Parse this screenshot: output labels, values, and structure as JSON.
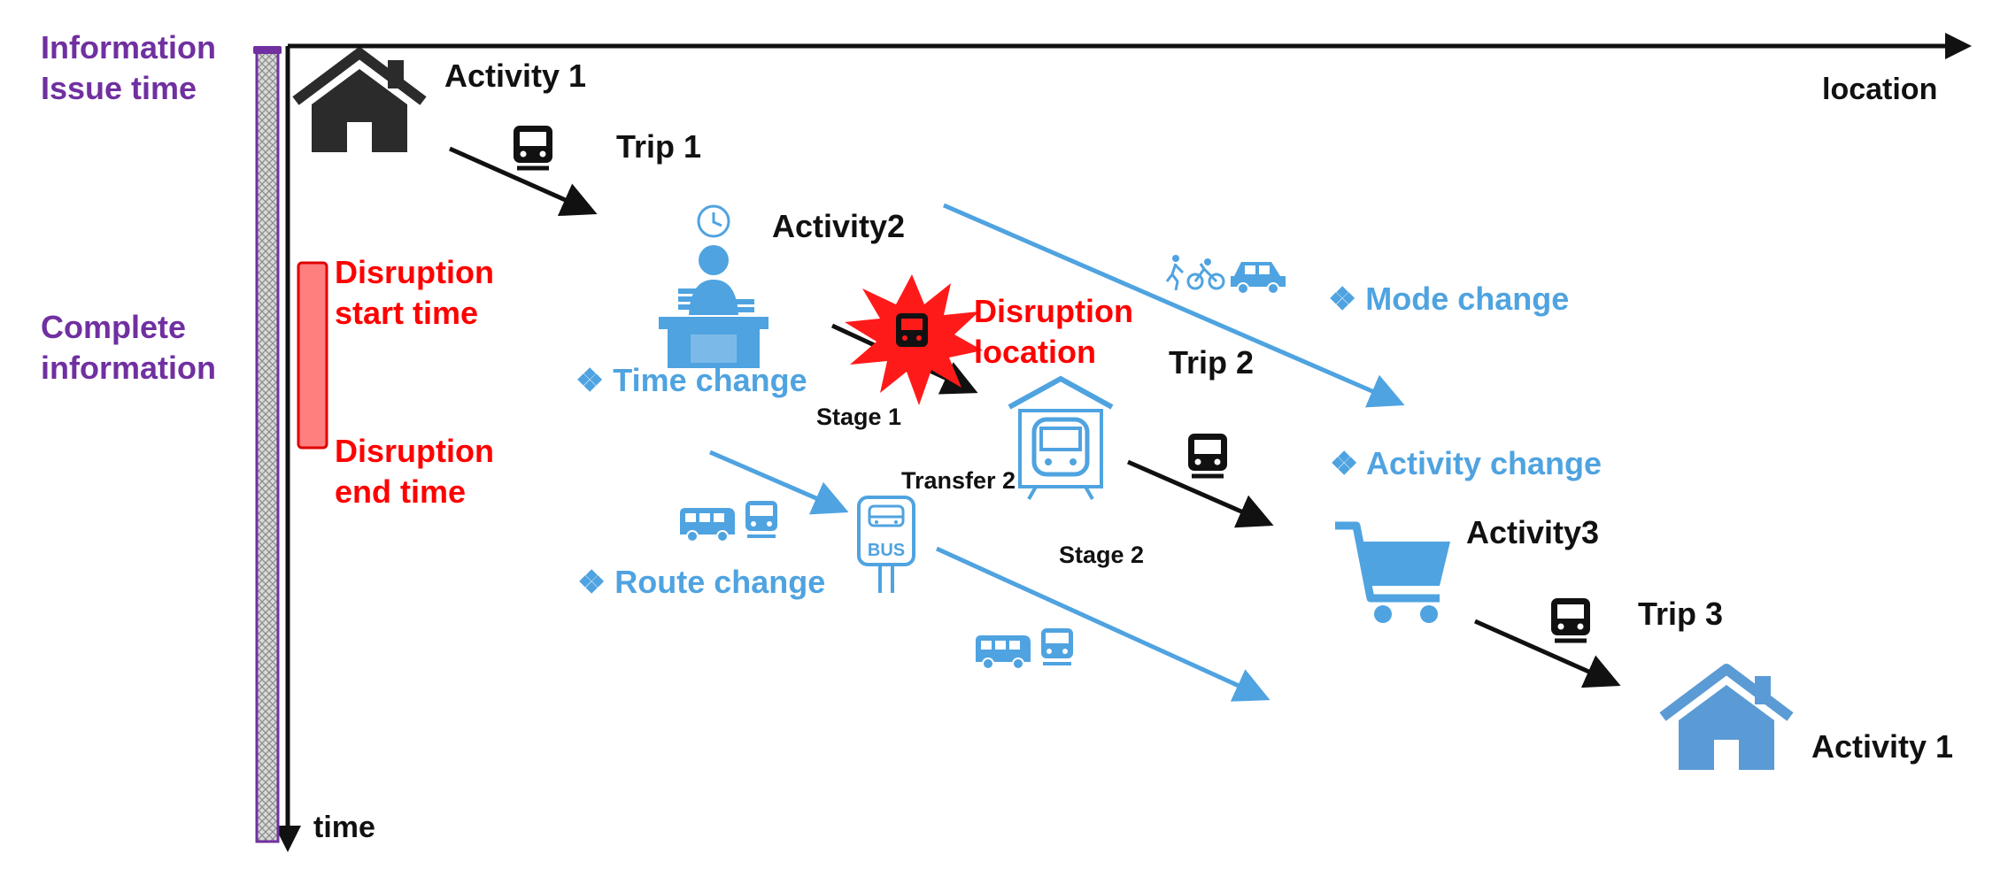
{
  "axes": {
    "x_label": "location",
    "y_label": "time"
  },
  "information": {
    "issue_time_line1": "Information",
    "issue_time_line2": "Issue time",
    "complete_line1": "Complete",
    "complete_line2": "information"
  },
  "disruption": {
    "start_line1": "Disruption",
    "start_line2": "start time",
    "end_line1": "Disruption",
    "end_line2": "end time",
    "location_line1": "Disruption",
    "location_line2": "location"
  },
  "activities": {
    "activity1_start": "Activity 1",
    "activity2": "Activity2",
    "activity3": "Activity3",
    "activity1_end": "Activity 1"
  },
  "trips": {
    "trip1": "Trip 1",
    "trip2": "Trip 2",
    "trip3": "Trip 3"
  },
  "segments": {
    "stage1": "Stage 1",
    "transfer2": "Transfer 2",
    "stage2": "Stage 2"
  },
  "changes": {
    "time_change": "❖ Time change",
    "route_change": "❖ Route change",
    "mode_change": "❖ Mode change",
    "activity_change": "❖ Activity change"
  },
  "colors": {
    "information": "#7030A0",
    "disruption": "#FF0000",
    "change": "#4FA3E0",
    "trip_arrow": "#111111"
  },
  "icons": [
    "home-icon",
    "train-icon",
    "office-worker-icon",
    "explosion-icon",
    "train-station-icon",
    "bus-stop-icon",
    "bus-icon",
    "walk-icon",
    "bicycle-icon",
    "car-icon",
    "shopping-cart-icon"
  ]
}
